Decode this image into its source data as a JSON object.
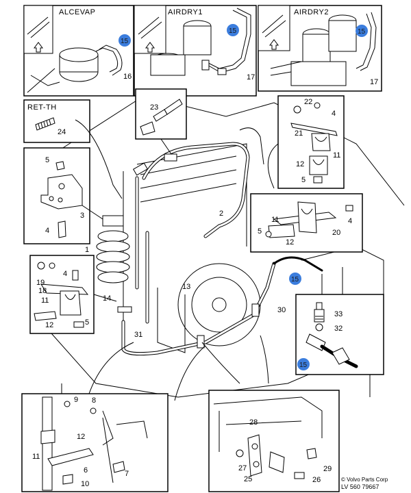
{
  "panels": {
    "alcevap": "ALCEVAP",
    "airdry1": "AIRDRY1",
    "airdry2": "AIRDRY2",
    "retth": "RET-TH"
  },
  "highlight_color": "#3b7ddd",
  "callouts": {
    "c1": "1",
    "c2": "2",
    "c3": "3",
    "c4a": "4",
    "c4b": "4",
    "c4c": "4",
    "c5a": "5",
    "c5b": "5",
    "c5c": "5",
    "c5d": "5",
    "c6": "6",
    "c7": "7",
    "c8": "8",
    "c9": "9",
    "c10": "10",
    "c11a": "11",
    "c11b": "11",
    "c11c": "11",
    "c11d": "11",
    "c12a": "12",
    "c12b": "12",
    "c12c": "12",
    "c12d": "12",
    "c13": "13",
    "c14": "14",
    "c15a": "15",
    "c15b": "15",
    "c15c": "15",
    "c15d": "15",
    "c15e": "15",
    "c16": "16",
    "c17a": "17",
    "c17b": "17",
    "c18": "18",
    "c19": "19",
    "c20": "20",
    "c21": "21",
    "c22": "22",
    "c23": "23",
    "c24": "24",
    "c25": "25",
    "c26": "26",
    "c27": "27",
    "c28": "28",
    "c29": "29",
    "c30": "30",
    "c31": "31",
    "c32": "32",
    "c33": "33"
  },
  "footer": {
    "copyright": "© Volvo Parts Corp",
    "ref": "LV 560 79667"
  }
}
